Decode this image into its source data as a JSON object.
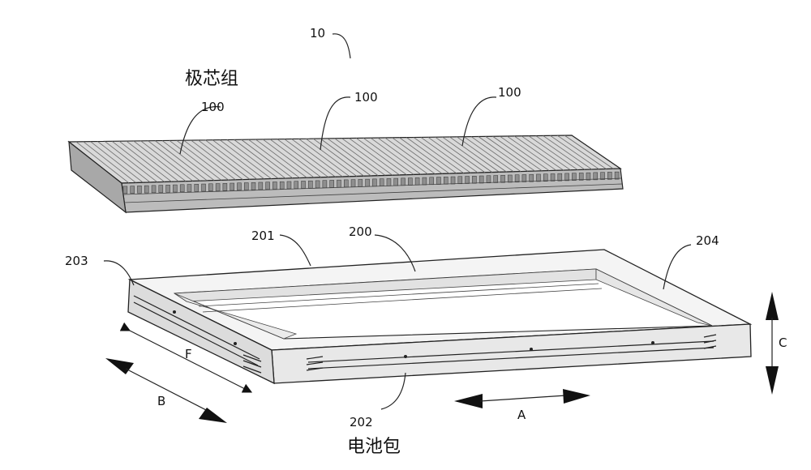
{
  "captions": {
    "cell_group": "极芯组",
    "battery_pack": "电池包"
  },
  "labels": {
    "assembly": "10",
    "cell_left": "100",
    "cell_mid": "100",
    "cell_right": "100",
    "tray": "200",
    "side_201": "201",
    "side_202": "202",
    "side_203": "203",
    "side_204": "204"
  },
  "directions": {
    "a": "A",
    "b": "B",
    "c": "C",
    "f": "F"
  }
}
